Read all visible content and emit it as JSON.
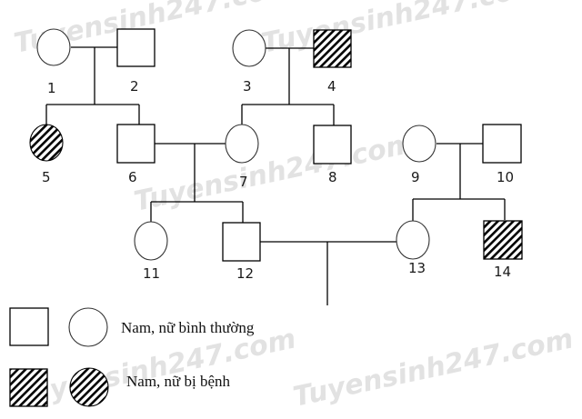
{
  "diagram": {
    "type": "pedigree",
    "watermark": "Tuyensinh247.com",
    "individuals": [
      {
        "id": "1",
        "sex": "female",
        "affected": false
      },
      {
        "id": "2",
        "sex": "male",
        "affected": false
      },
      {
        "id": "3",
        "sex": "female",
        "affected": false
      },
      {
        "id": "4",
        "sex": "male",
        "affected": true
      },
      {
        "id": "5",
        "sex": "female",
        "affected": true
      },
      {
        "id": "6",
        "sex": "male",
        "affected": false
      },
      {
        "id": "7",
        "sex": "female",
        "affected": false
      },
      {
        "id": "8",
        "sex": "male",
        "affected": false
      },
      {
        "id": "9",
        "sex": "female",
        "affected": false
      },
      {
        "id": "10",
        "sex": "male",
        "affected": false
      },
      {
        "id": "11",
        "sex": "female",
        "affected": false
      },
      {
        "id": "12",
        "sex": "male",
        "affected": false
      },
      {
        "id": "13",
        "sex": "female",
        "affected": false
      },
      {
        "id": "14",
        "sex": "male",
        "affected": true
      }
    ],
    "couples": [
      {
        "partners": [
          "1",
          "2"
        ],
        "children": [
          "5",
          "6"
        ]
      },
      {
        "partners": [
          "3",
          "4"
        ],
        "children": [
          "7",
          "8"
        ]
      },
      {
        "partners": [
          "6",
          "7"
        ],
        "children": [
          "11",
          "12"
        ]
      },
      {
        "partners": [
          "9",
          "10"
        ],
        "children": [
          "13",
          "14"
        ]
      },
      {
        "partners": [
          "12",
          "13"
        ],
        "children": [
          "?"
        ]
      }
    ]
  },
  "legend": {
    "normal_label": "Nam, nữ bình thường",
    "affected_label": "Nam, nữ bị bệnh"
  }
}
